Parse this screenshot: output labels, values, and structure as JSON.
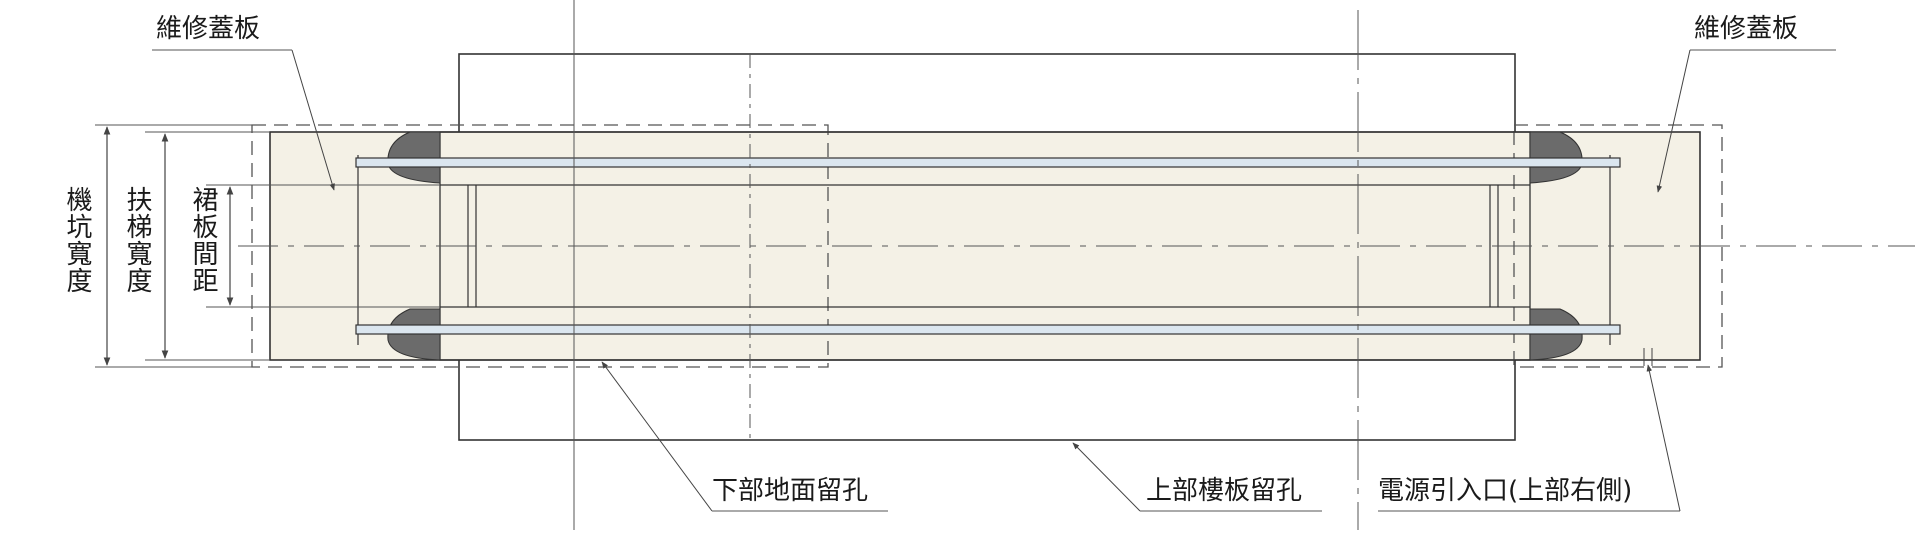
{
  "labels": {
    "cover_left": "維修蓋板",
    "cover_right": "維修蓋板",
    "pit_width": "機坑寬度",
    "escalator_width": "扶梯寬度",
    "skirt_spacing": "裙板間距",
    "lower_floor_opening": "下部地面留孔",
    "upper_floor_opening": "上部樓板留孔",
    "power_inlet": "電源引入口(上部右側)"
  },
  "colors": {
    "pit_fill": "#f4f1e6",
    "line": "#333333",
    "handrail_newel": "#6b6b6b",
    "handrail_bar": "#dbe6ef"
  }
}
